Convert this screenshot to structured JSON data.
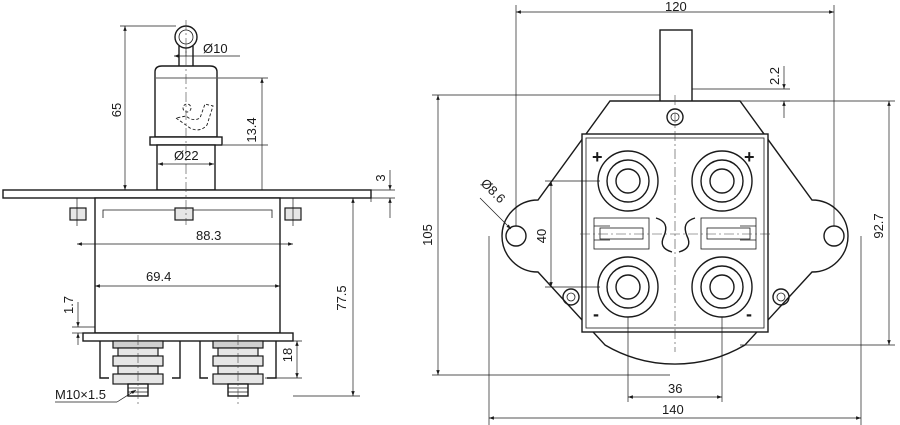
{
  "side_view": {
    "dim_toggle_diameter": "Ø10",
    "dim_height": "65",
    "dim_cap": "13.4",
    "dim_boot_diameter": "Ø22",
    "dim_plate_thickness": "3",
    "dim_stud_span": "88.3",
    "dim_body_width": "69.4",
    "dim_gap": "1.7",
    "dim_depth": "77.5",
    "dim_terminal": "18",
    "thread_label": "M10×1.5"
  },
  "front_view": {
    "dim_width_top": "120",
    "dim_offset": "2.2",
    "dim_hole_diameter": "Ø8.6",
    "dim_total_height": "105",
    "dim_hole_span": "92.7",
    "dim_terminal_pitch_v": "40",
    "dim_terminal_pitch_h": "36",
    "dim_width_bottom": "140",
    "polarity_plus": "+",
    "polarity_minus": "-"
  }
}
